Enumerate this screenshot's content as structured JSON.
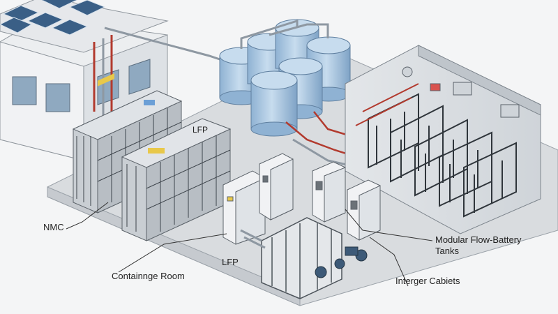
{
  "labels": {
    "nmc": "NMC",
    "container_room": "Containnge Room",
    "lfp_floor": "LFP",
    "lfp_container": "LFP",
    "interger_cabinets": "Interger Cabiets",
    "flow_battery_line1": "Modular Flow-Battery",
    "flow_battery_line2": "Tanks"
  },
  "colors": {
    "background": "#f4f5f6",
    "floor": "#d9dcdf",
    "building": "#e8eaec",
    "container": "#c9ced3",
    "tank": "#a9c6e0",
    "pipe_red": "#b23a2e",
    "pipe_gray": "#8e98a2",
    "rack": "#3d444b",
    "label_yellow": "#e8c84a",
    "label_blue": "#6b9fd6",
    "line": "#333333"
  },
  "icons": [
    "solar-panel-icon",
    "tank-icon",
    "battery-rack-icon",
    "inverter-cabinet-icon",
    "pump-icon"
  ]
}
